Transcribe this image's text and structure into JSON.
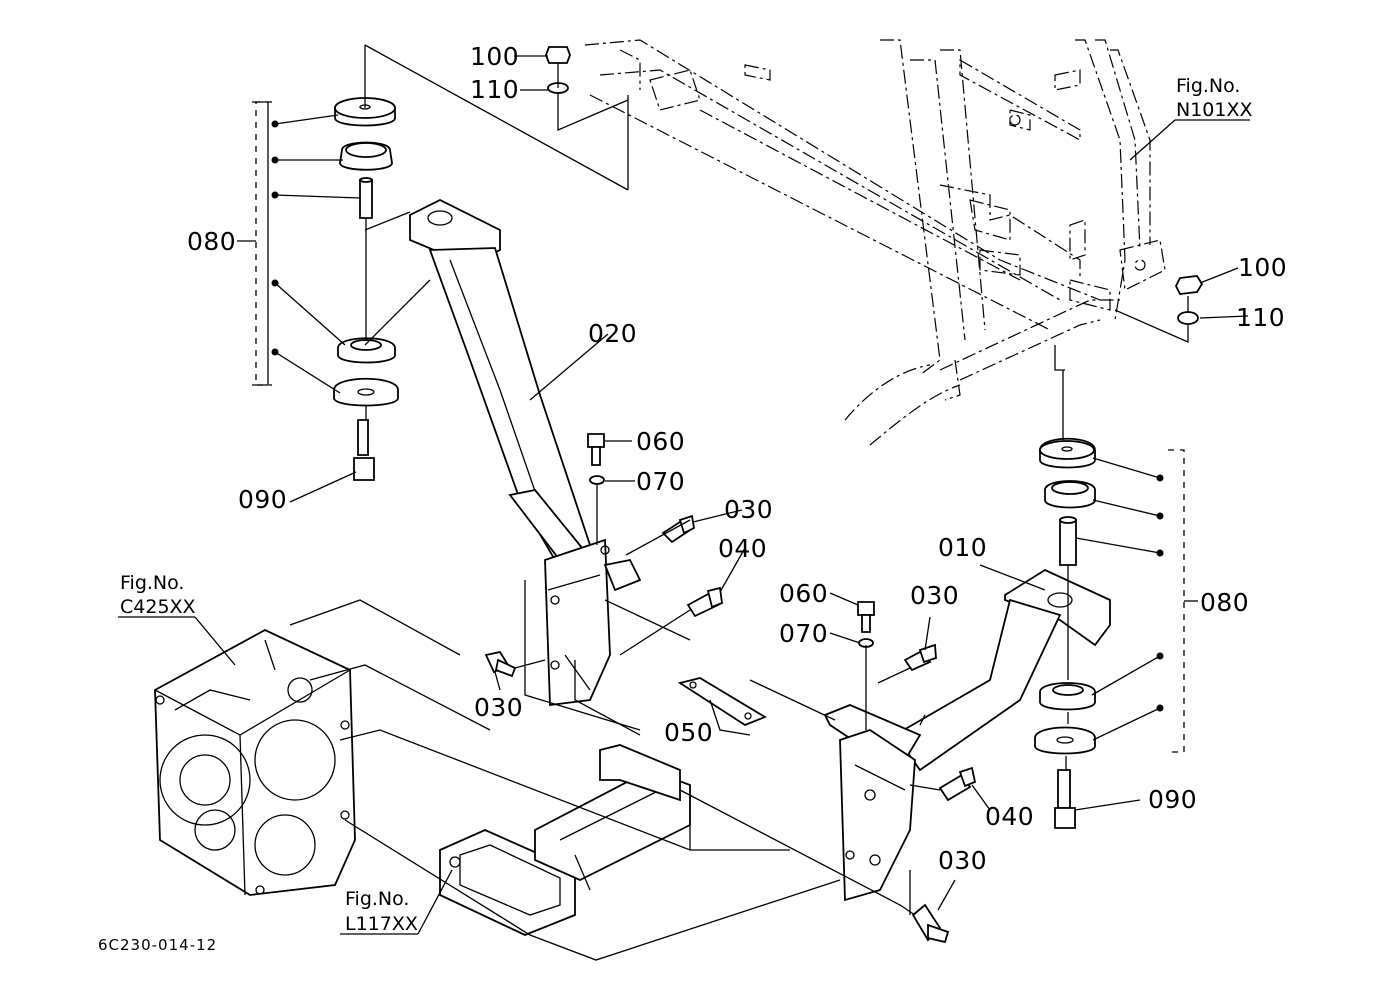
{
  "labels": {
    "p010": "010",
    "p020": "020",
    "p030": "030",
    "p040": "040",
    "p050": "050",
    "p060": "060",
    "p070": "070",
    "p080": "080",
    "p090": "090",
    "p100": "100",
    "p110": "110"
  },
  "figure_refs": {
    "cabin": {
      "line1": "Fig.No.",
      "line2": "N101XX"
    },
    "transmission": {
      "line1": "Fig.No.",
      "line2": "C425XX"
    },
    "frame": {
      "line1": "Fig.No.",
      "line2": "L117XX"
    }
  },
  "drawing_code": "6C230-014-12"
}
